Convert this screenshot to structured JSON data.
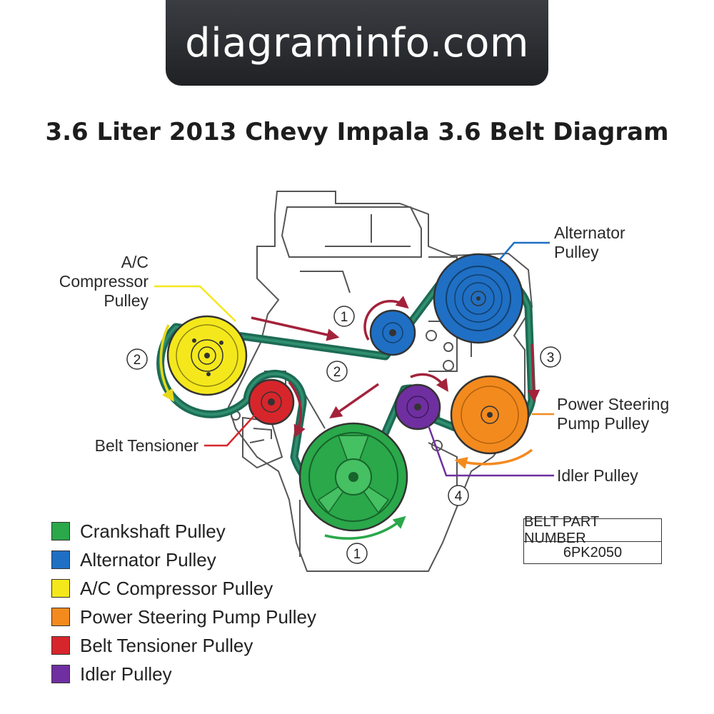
{
  "site": "diagraminfo.com",
  "title": "3.6 Liter 2013 Chevy Impala 3.6 Belt Diagram",
  "labels": {
    "ac": [
      "A/C",
      "Compressor",
      "Pulley"
    ],
    "alternator": [
      "Alternator",
      "Pulley"
    ],
    "power_steering": [
      "Power Steering",
      "Pump Pulley"
    ],
    "idler": "Idler Pulley",
    "tensioner": "Belt Tensioner"
  },
  "step_numbers": [
    "1",
    "2",
    "3",
    "2",
    "4",
    "1"
  ],
  "legend": [
    {
      "label": "Crankshaft Pulley",
      "color": "#2aa84a"
    },
    {
      "label": "Alternator Pulley",
      "color": "#1f6fc4"
    },
    {
      "label": "A/C Compressor Pulley",
      "color": "#f4e81c"
    },
    {
      "label": "Power Steering Pump Pulley",
      "color": "#f38a1e"
    },
    {
      "label": "Belt Tensioner Pulley",
      "color": "#d7262b"
    },
    {
      "label": "Idler Pulley",
      "color": "#6f2fa0"
    }
  ],
  "part_number": {
    "header": "BELT PART NUMBER",
    "value": "6PK2050"
  },
  "colors": {
    "belt": "#1d6b55",
    "arrow": "#a3223a",
    "crank": "#2aa84a",
    "alternator": "#1f6fc4",
    "ac": "#f4e81c",
    "power_steering": "#f38a1e",
    "tensioner": "#d7262b",
    "idler": "#6f2fa0"
  }
}
